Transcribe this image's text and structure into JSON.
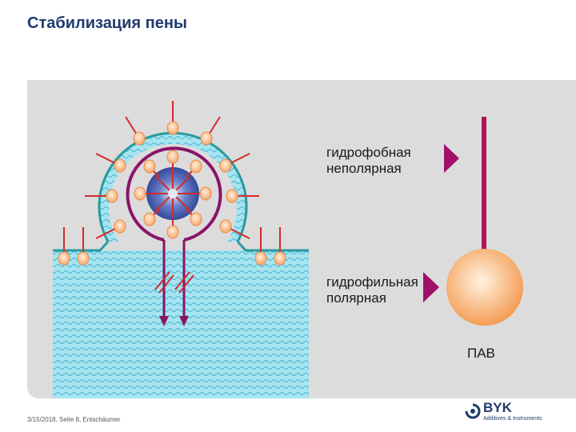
{
  "header": {
    "title": "Стабилизация пены"
  },
  "labels": {
    "hydrophobic": "гидрофобная\nнеполярная",
    "hydrophilic": "гидрофильная\nполярная",
    "surfactant": "ПАВ"
  },
  "footer": {
    "text": "3/15/2018, Seite 8, Entschäumer"
  },
  "logo": {
    "name": "BYK",
    "subtitle": "Additives & Instruments"
  },
  "colors": {
    "title": "#1f3b6e",
    "liquid": "#90ddec",
    "liquid_wave": "#4ab3d4",
    "outline": "#2a9a9e",
    "tail": "#b0145a",
    "head_outer": "#f7a86a",
    "head_inner": "#ffe8cf",
    "core": "#3a52a5",
    "red": "#d42a2a",
    "arrow": "#a0106a"
  }
}
